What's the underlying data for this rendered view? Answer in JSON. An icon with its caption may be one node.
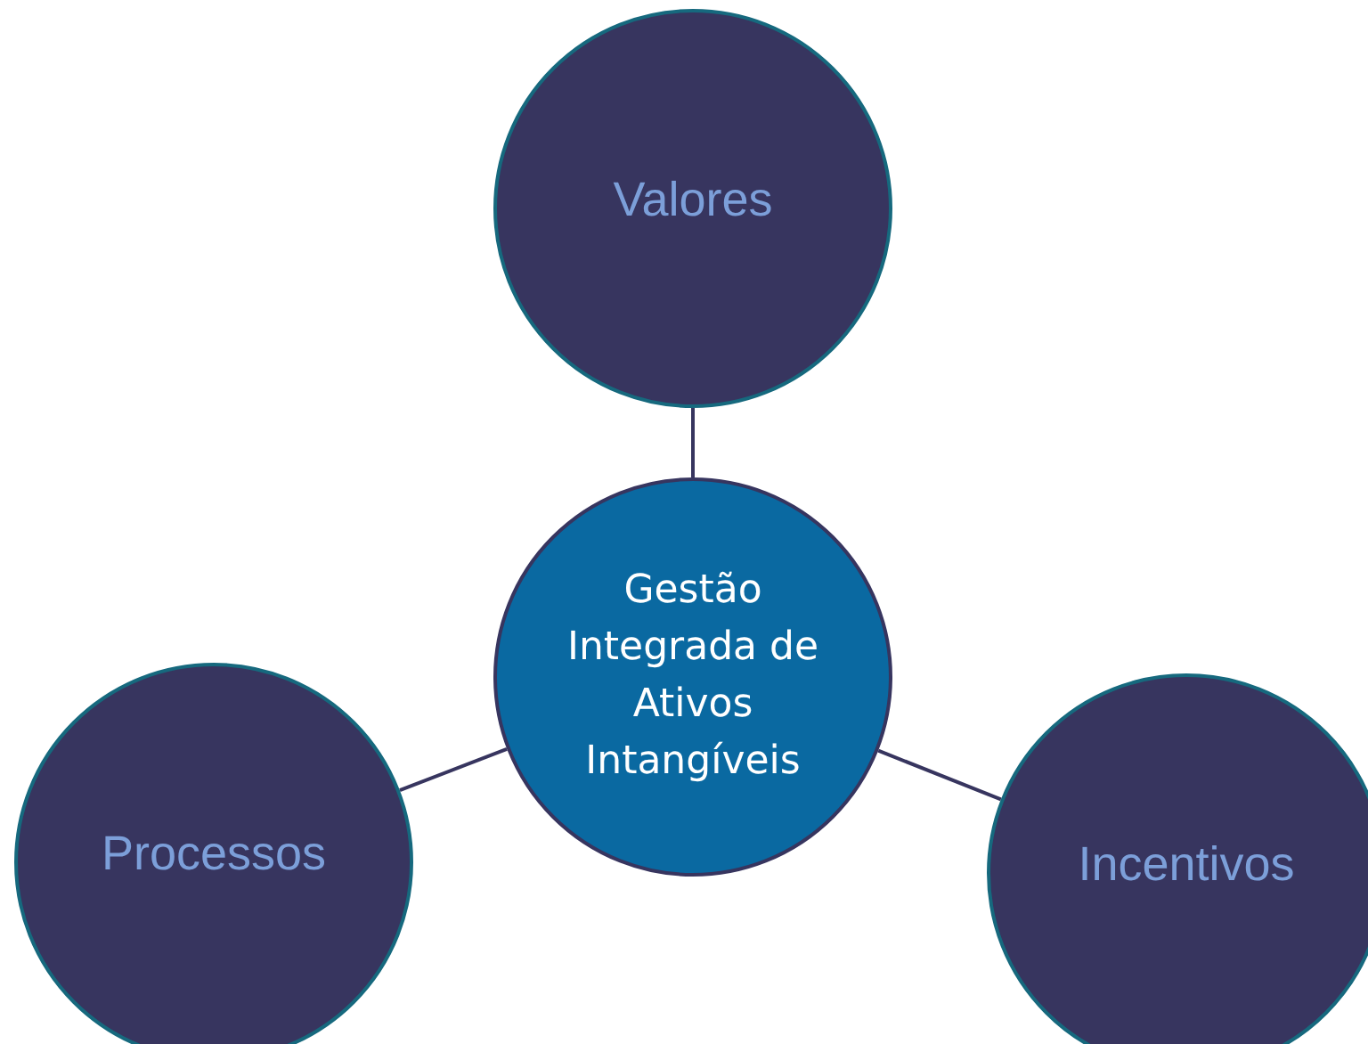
{
  "diagram": {
    "nodes": [
      {
        "text": [
          "Valores"
        ]
      },
      {
        "text": [
          "Gestão Integrada de Ativos Intangíveis"
        ]
      },
      {
        "text": [
          "Processos"
        ]
      },
      {
        "text": [
          "Incentivos"
        ]
      }
    ],
    "edges": [
      {
        "from": 1,
        "to": 0,
        "arrow": "none"
      },
      {
        "from": 1,
        "to": 2,
        "arrow": "none"
      },
      {
        "from": 1,
        "to": 3,
        "arrow": "none"
      }
    ]
  }
}
